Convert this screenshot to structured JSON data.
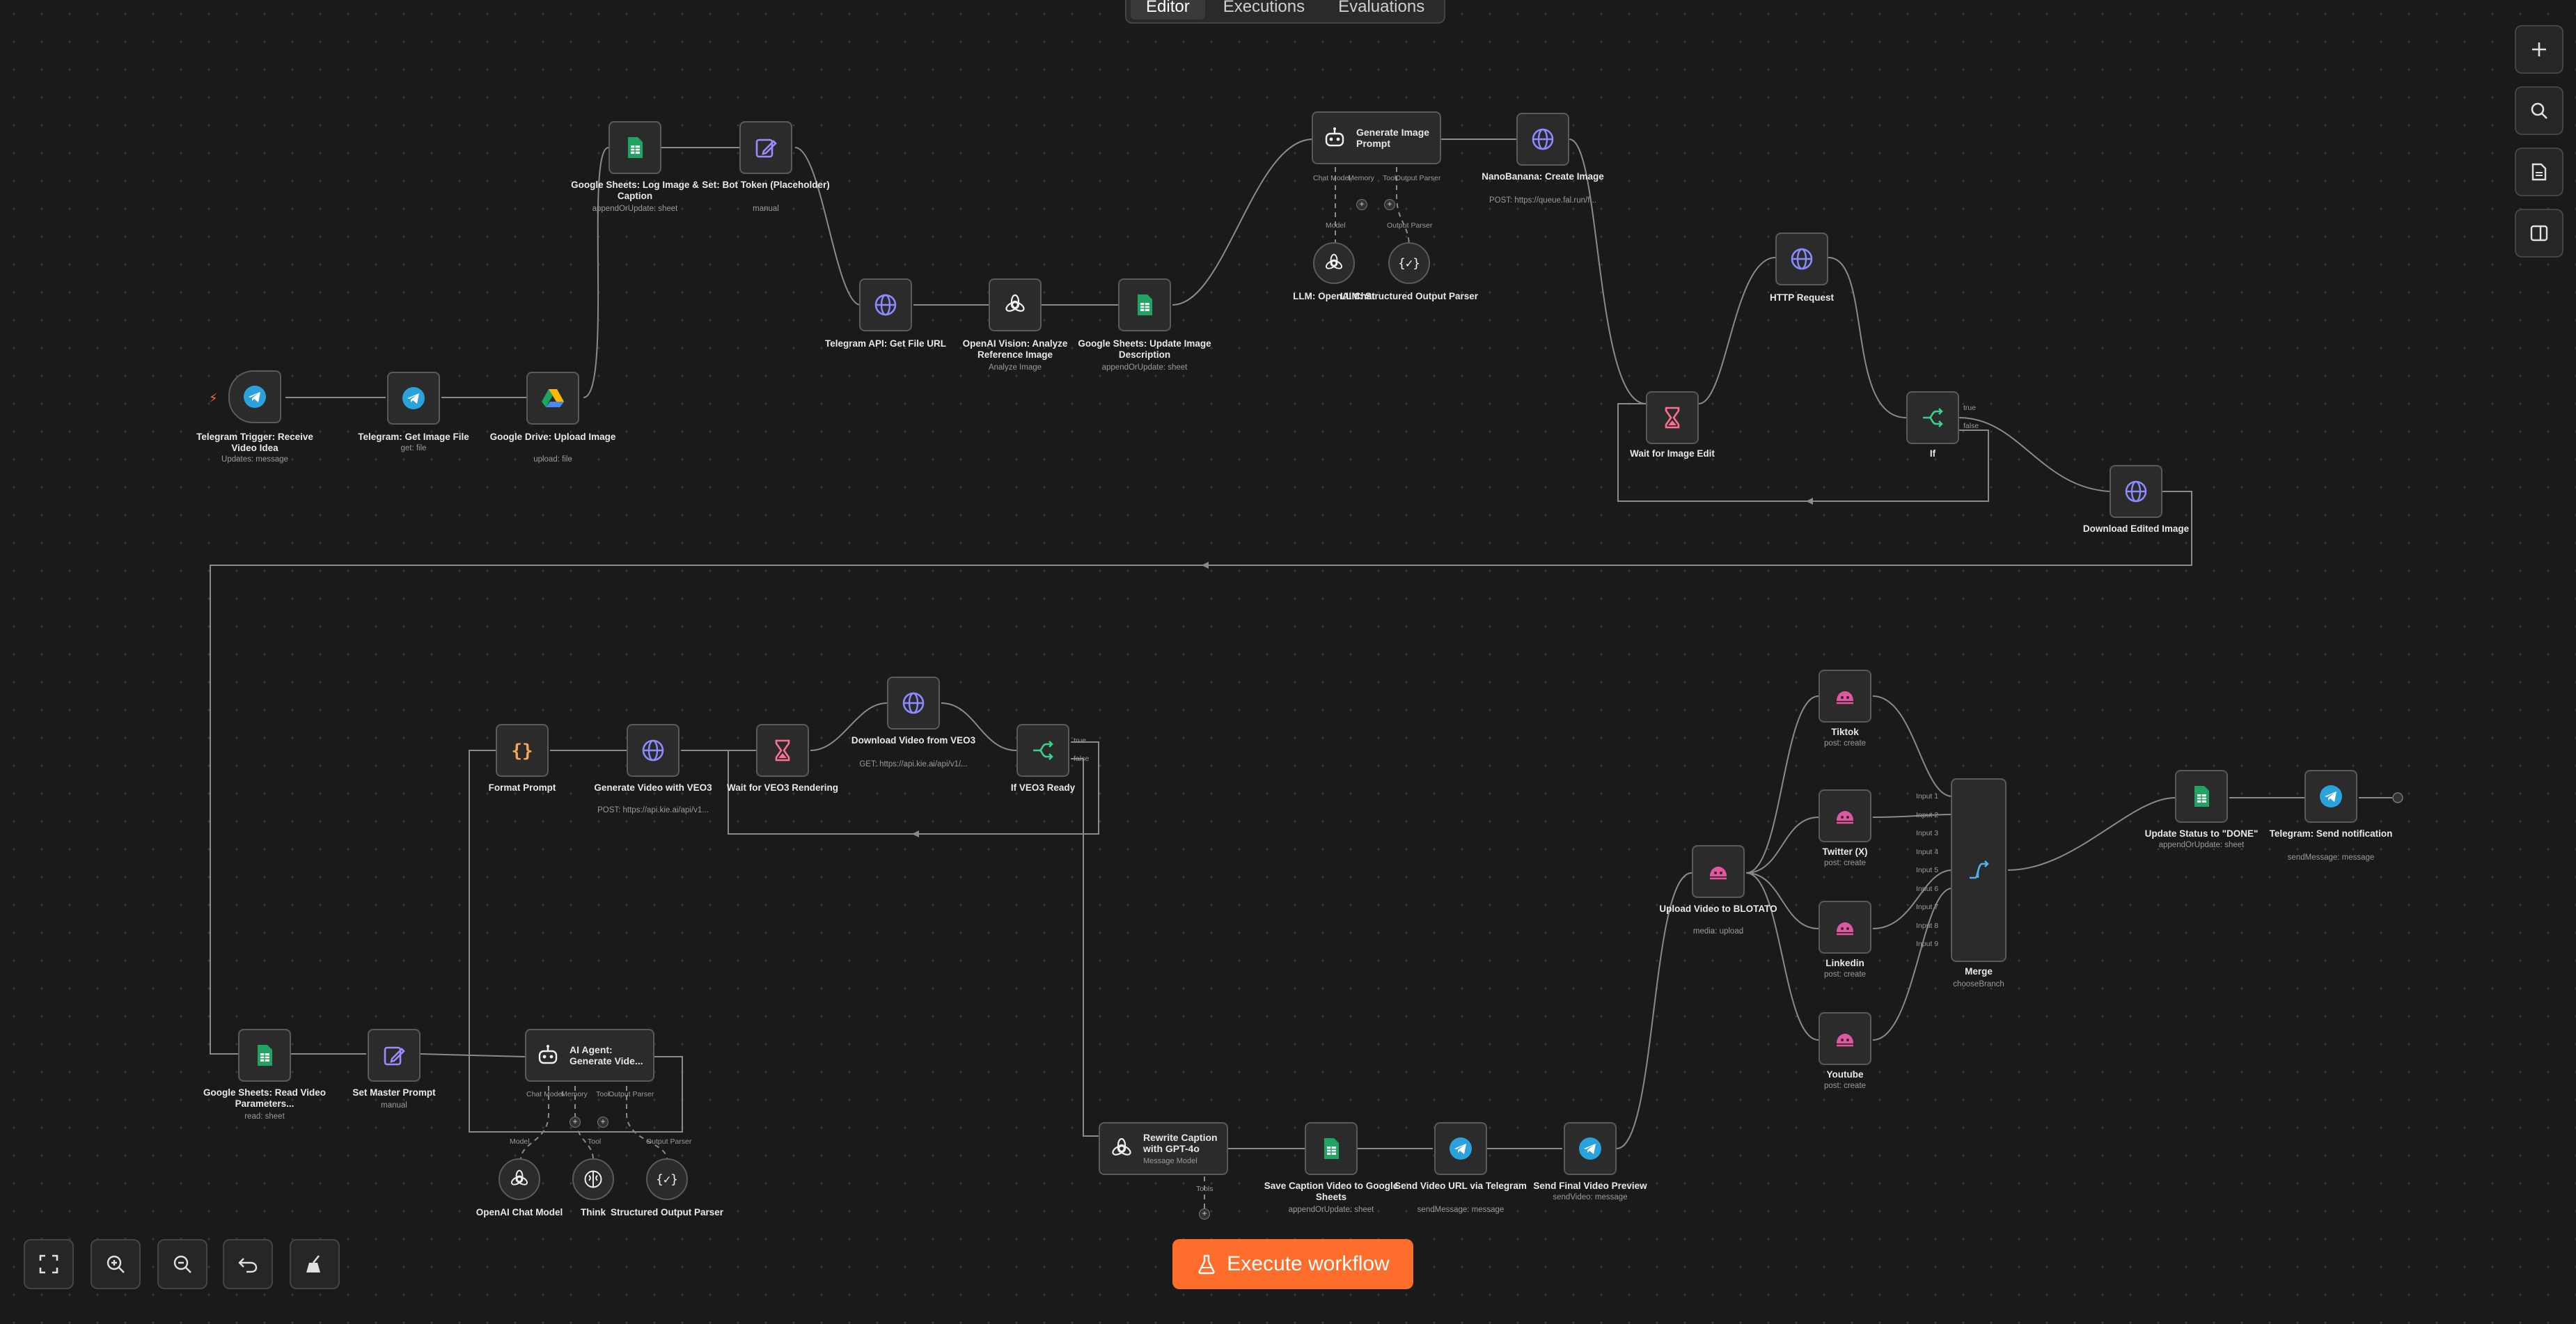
{
  "tabs": {
    "editor": "Editor",
    "executions": "Executions",
    "evaluations": "Evaluations"
  },
  "execute_button": "Execute workflow",
  "accent": "#ff6d2d",
  "nodes": {
    "tg_trigger": {
      "title": "Telegram Trigger: Receive Video Idea",
      "sub": "Updates: message",
      "icon": "telegram-icon"
    },
    "tg_get_file": {
      "title": "Telegram: Get Image File",
      "sub": "get: file",
      "icon": "telegram-icon"
    },
    "gdrive_upload": {
      "title": "Google Drive: Upload Image",
      "sub": "upload: file",
      "icon": "google-drive-icon"
    },
    "gs_log": {
      "title": "Google Sheets: Log Image & Caption",
      "sub": "appendOrUpdate: sheet",
      "icon": "google-sheets-icon"
    },
    "set_bot_token": {
      "title": "Set: Bot Token (Placeholder)",
      "sub": "manual",
      "icon": "edit-icon"
    },
    "tg_api_file": {
      "title": "Telegram API: Get File URL",
      "sub": "",
      "icon": "globe-icon"
    },
    "openai_vision": {
      "title": "OpenAI Vision: Analyze Reference Image",
      "sub": "Analyze Image",
      "icon": "openai-icon"
    },
    "gs_update_desc": {
      "title": "Google Sheets: Update Image Description",
      "sub": "appendOrUpdate: sheet",
      "icon": "google-sheets-icon"
    },
    "gen_image_prompt": {
      "title": "Generate Image Prompt",
      "sub": "",
      "icon": "robot-icon",
      "ports": [
        "Chat Model",
        "Memory",
        "Tool",
        "Output Parser"
      ],
      "bottom_labels": [
        "Model",
        "Output Parser"
      ]
    },
    "llm_openai": {
      "title": "LLM: OpenAI Chat",
      "sub": "",
      "icon": "openai-icon"
    },
    "llm_parser": {
      "title": "LLM: Structured Output Parser",
      "sub": "",
      "icon": "braces-icon"
    },
    "nanobanana": {
      "title": "NanoBanana: Create Image",
      "sub": "POST: https://queue.fal.run/f...",
      "icon": "globe-icon"
    },
    "wait_image": {
      "title": "Wait for Image Edit",
      "sub": "",
      "icon": "hourglass-icon"
    },
    "http_request": {
      "title": "HTTP Request",
      "sub": "",
      "icon": "globe-icon"
    },
    "if_node": {
      "title": "If",
      "sub": "",
      "icon": "branch-icon",
      "out_true": "true",
      "out_false": "false"
    },
    "download_edited": {
      "title": "Download Edited Image",
      "sub": "",
      "icon": "globe-icon"
    },
    "gs_read_params": {
      "title": "Google Sheets: Read Video Parameters...",
      "sub": "read: sheet",
      "icon": "google-sheets-icon"
    },
    "set_master_prompt": {
      "title": "Set Master Prompt",
      "sub": "manual",
      "icon": "edit-icon"
    },
    "ai_agent": {
      "title": "AI Agent: Generate Vide...",
      "sub": "",
      "icon": "robot-icon",
      "ports": [
        "Chat Model",
        "Memory",
        "Tool",
        "Output Parser"
      ],
      "bottom_labels": [
        "Model",
        "Tool",
        "Output Parser"
      ]
    },
    "openai_chat_model": {
      "title": "OpenAI Chat Model",
      "sub": "",
      "icon": "openai-icon"
    },
    "think": {
      "title": "Think",
      "sub": "",
      "icon": "brain-icon"
    },
    "structured_parser": {
      "title": "Structured Output Parser",
      "sub": "",
      "icon": "braces-icon"
    },
    "format_prompt": {
      "title": "Format Prompt",
      "sub": "",
      "icon": "code-braces-icon"
    },
    "gen_video_veo3": {
      "title": "Generate Video with VEO3",
      "sub": "POST: https://api.kie.ai/api/v1...",
      "icon": "globe-icon"
    },
    "wait_veo3": {
      "title": "Wait for VEO3 Rendering",
      "sub": "",
      "icon": "hourglass-icon"
    },
    "download_video": {
      "title": "Download Video from VEO3",
      "sub": "GET: https://api.kie.ai/api/v1/...",
      "icon": "globe-icon"
    },
    "if_veo3_ready": {
      "title": "If VEO3 Ready",
      "sub": "",
      "icon": "branch-icon",
      "out_true": "true",
      "out_false": "false"
    },
    "rewrite_caption": {
      "title": "Rewrite Caption with GPT-4o",
      "sub": "Message Model",
      "icon": "openai-icon",
      "bottom_labels": [
        "Tools"
      ]
    },
    "save_caption": {
      "title": "Save Caption Video to Google Sheets",
      "sub": "appendOrUpdate: sheet",
      "icon": "google-sheets-icon"
    },
    "send_video_url": {
      "title": "Send Video URL via Telegram",
      "sub": "sendMessage: message",
      "icon": "telegram-icon"
    },
    "send_final_preview": {
      "title": "Send Final Video Preview",
      "sub": "sendVideo: message",
      "icon": "telegram-icon"
    },
    "upload_blotato": {
      "title": "Upload Video to BLOTATO",
      "sub": "media: upload",
      "icon": "blotato-icon"
    },
    "tiktok": {
      "title": "Tiktok",
      "sub": "post: create",
      "icon": "blotato-icon"
    },
    "twitter": {
      "title": "Twitter (X)",
      "sub": "post: create",
      "icon": "blotato-icon"
    },
    "linkedin": {
      "title": "Linkedin",
      "sub": "post: create",
      "icon": "blotato-icon"
    },
    "youtube": {
      "title": "Youtube",
      "sub": "post: create",
      "icon": "blotato-icon"
    },
    "merge": {
      "title": "Merge",
      "sub": "chooseBranch",
      "icon": "merge-icon",
      "inputs": [
        "Input 1",
        "Input 2",
        "Input 3",
        "Input 4",
        "Input 5",
        "Input 6",
        "Input 7",
        "Input 8",
        "Input 9"
      ]
    },
    "update_status": {
      "title": "Update Status to \"DONE\"",
      "sub": "appendOrUpdate: sheet",
      "icon": "google-sheets-icon"
    },
    "tg_send_notification": {
      "title": "Telegram: Send notification",
      "sub": "sendMessage: message",
      "icon": "telegram-icon"
    }
  },
  "colors": {
    "telegram": "#2aa3dd",
    "sheets": "#1fa463",
    "globe": "#8b8bff",
    "edit": "#9b8cff",
    "wait": "#ff6f91",
    "branch": "#3ad18a",
    "blotato": "#e255a1",
    "merge": "#4fb3e8",
    "code": "#f2a65a"
  }
}
